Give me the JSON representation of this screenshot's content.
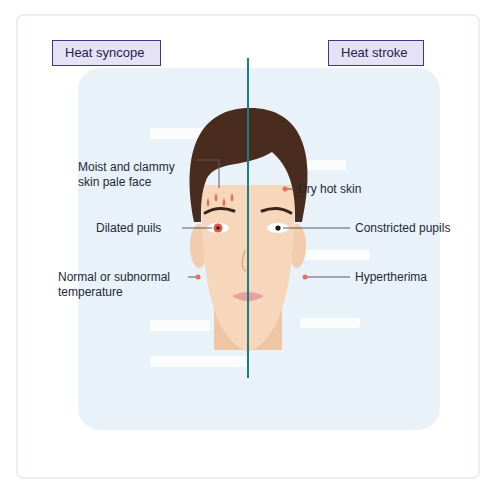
{
  "diagram": {
    "nodes": [
      {
        "text": [
          "Heat syncope"
        ]
      },
      {
        "text": [
          "Heat stroke"
        ]
      }
    ],
    "labels": [
      "Moist and clammy skin pale face",
      "Dilated puils",
      "Normal or subnormal temperature",
      "Dry hot skin",
      "Constricted pupils",
      "Hypertherima"
    ]
  }
}
